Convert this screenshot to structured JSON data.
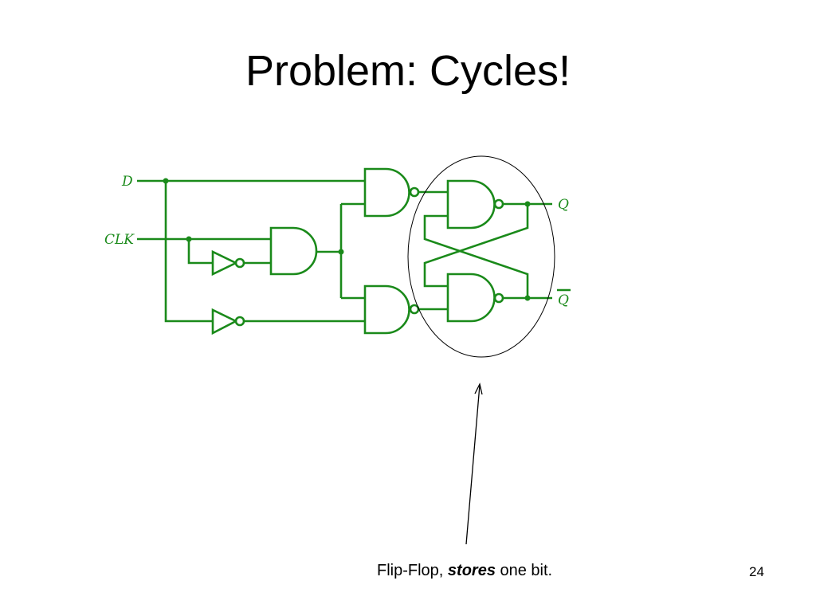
{
  "slide": {
    "title": "Problem: Cycles!",
    "caption_prefix": "Flip-Flop, ",
    "caption_emphasis": "stores",
    "caption_suffix": " one bit.",
    "page_number": "24"
  },
  "circuit": {
    "labels": {
      "d": "D",
      "clk": "CLK",
      "q": "Q",
      "q_bar": "Q"
    },
    "wire_color": "#1a8a1a"
  }
}
